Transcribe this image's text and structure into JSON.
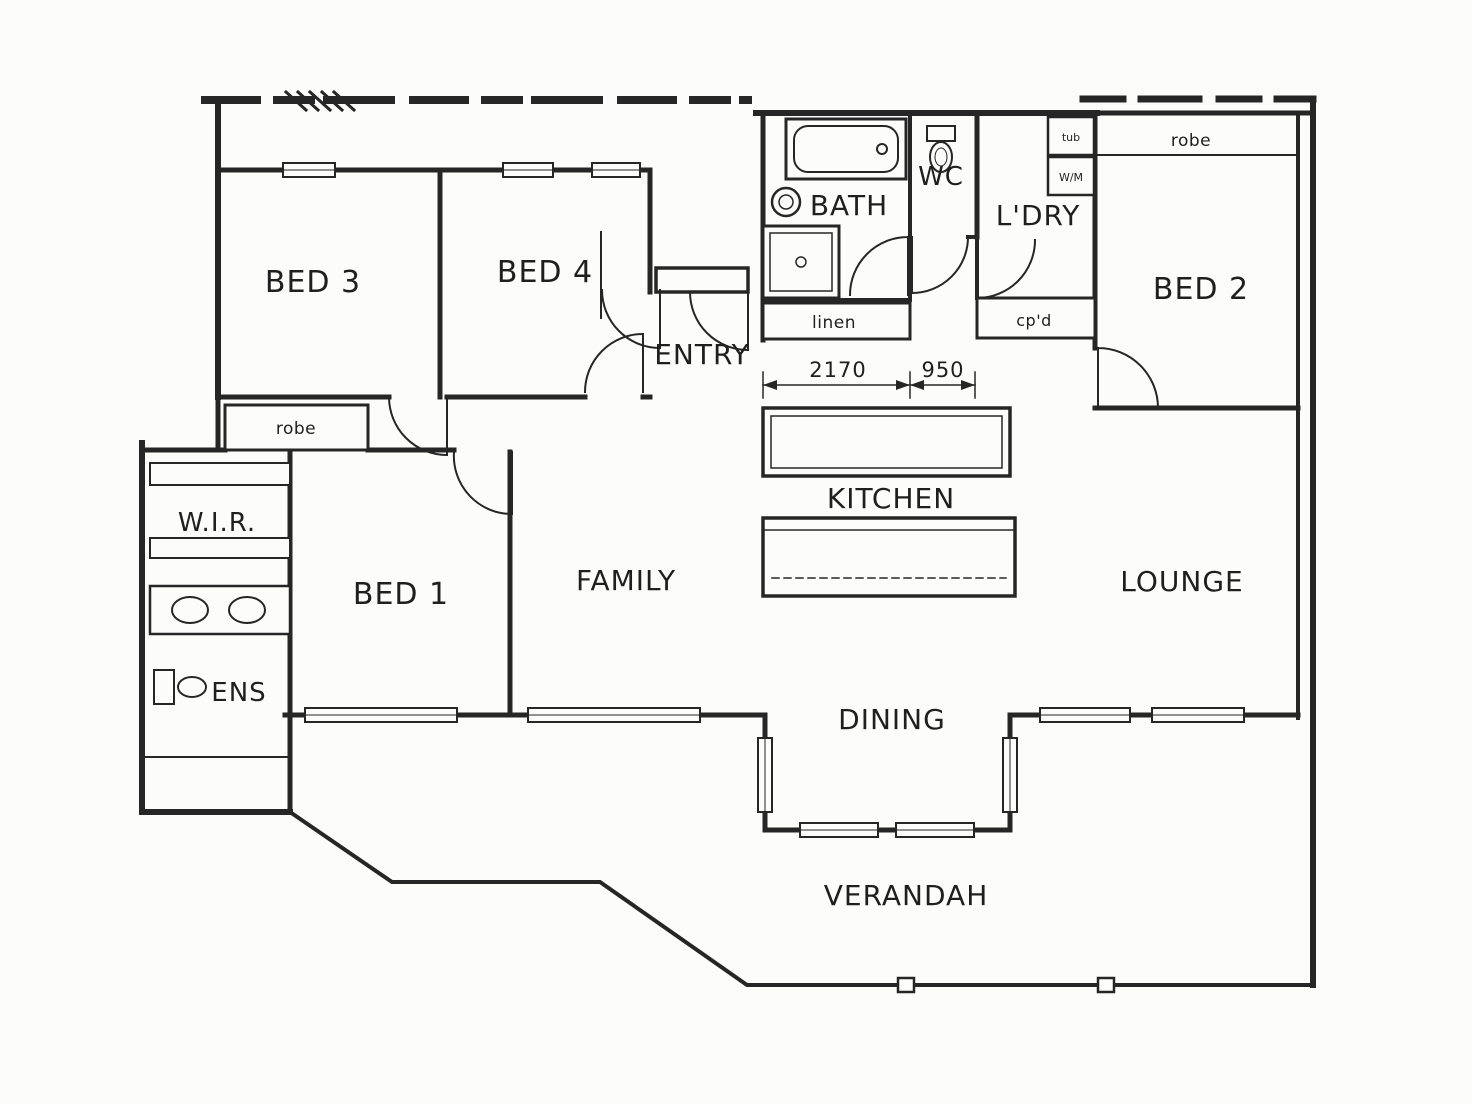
{
  "meta": {
    "type": "residential floor plan"
  },
  "labels": {
    "bed1": "BED 1",
    "bed2": "BED 2",
    "bed3": "BED 3",
    "bed4": "BED 4",
    "entry": "ENTRY",
    "bath": "BATH",
    "wc": "WC",
    "ldry": "L'DRY",
    "linen": "linen",
    "cpd": "cp'd",
    "tub": "tub",
    "wm": "W/M",
    "robe_bed2": "robe",
    "robe_hall": "robe",
    "wir": "W.I.R.",
    "ens": "ENS",
    "family": "FAMILY",
    "kitchen": "KITCHEN",
    "lounge": "LOUNGE",
    "dining": "DINING",
    "verandah": "VERANDAH"
  },
  "dimensions": {
    "kitchen_run": "2170",
    "pantry_run": "950"
  },
  "colors": {
    "ink": "#262626",
    "paper": "#fcfcfb"
  }
}
